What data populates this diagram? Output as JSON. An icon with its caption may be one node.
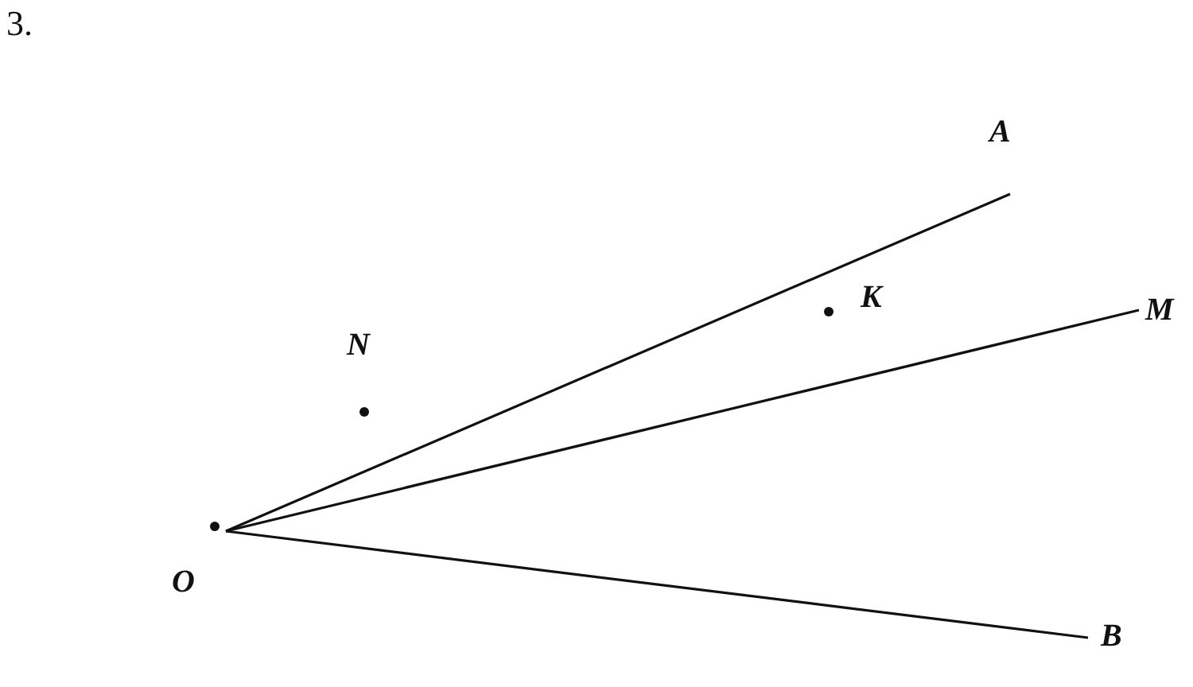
{
  "diagram": {
    "title": "3.",
    "nodes": [
      {
        "text": [
          "O"
        ]
      },
      {
        "text": [
          "A"
        ]
      },
      {
        "text": [
          "M"
        ]
      },
      {
        "text": [
          "B"
        ]
      },
      {
        "text": [
          "N"
        ]
      },
      {
        "text": [
          "K"
        ]
      }
    ],
    "edges": [
      {
        "from": 0,
        "to": 1,
        "arrow": "none"
      },
      {
        "from": 0,
        "to": 2,
        "arrow": "none"
      },
      {
        "from": 0,
        "to": 3,
        "arrow": "none"
      }
    ]
  }
}
